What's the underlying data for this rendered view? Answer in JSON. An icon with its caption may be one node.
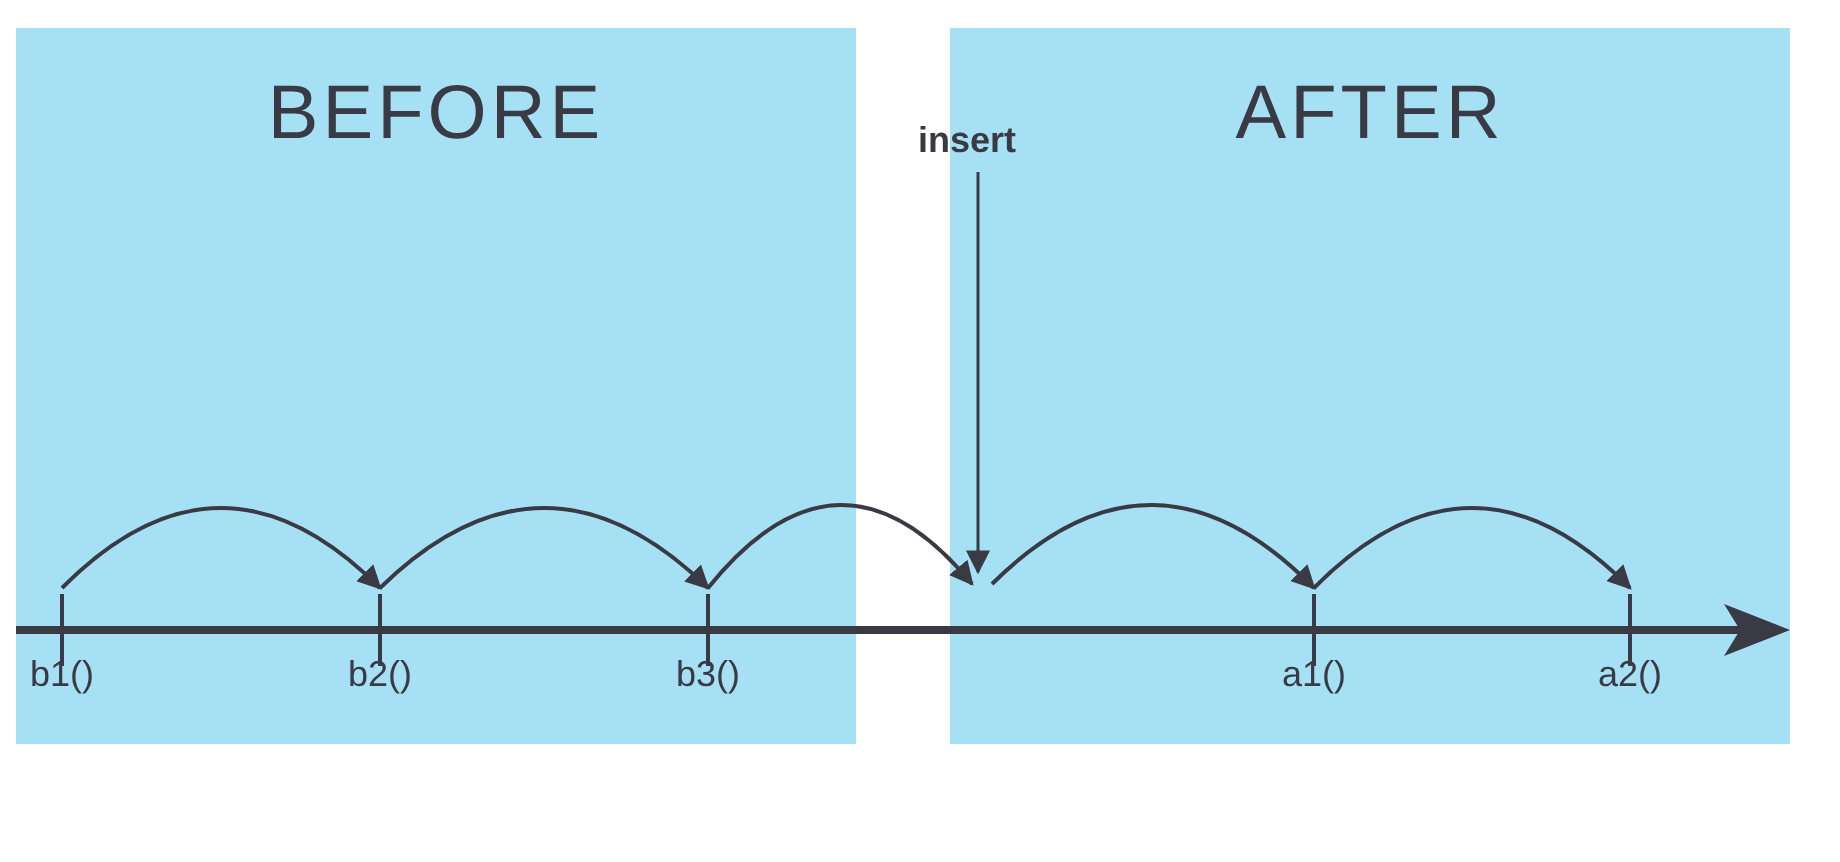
{
  "diagram": {
    "nodes": [
      {
        "text": [
          "BEFORE"
        ]
      },
      {
        "text": [
          "AFTER"
        ]
      },
      {
        "text": [
          "b1()"
        ],
        "in": 0
      },
      {
        "text": [
          "b2()"
        ],
        "in": 0
      },
      {
        "text": [
          "b3()"
        ],
        "in": 0
      },
      {
        "text": [
          "insert"
        ]
      },
      {
        "text": [
          "a1()"
        ],
        "in": 1
      },
      {
        "text": [
          "a2()"
        ],
        "in": 1
      }
    ],
    "edges": [
      {
        "from": 2,
        "to": 3,
        "arrow": "to"
      },
      {
        "from": 3,
        "to": 4,
        "arrow": "to"
      },
      {
        "from": 4,
        "to": 1,
        "arrow": "to"
      },
      {
        "from": 5,
        "to": 1,
        "arrow": "to"
      },
      {
        "from": null,
        "to": 6,
        "arrow": "to"
      },
      {
        "from": 6,
        "to": 7,
        "arrow": "to"
      }
    ]
  }
}
